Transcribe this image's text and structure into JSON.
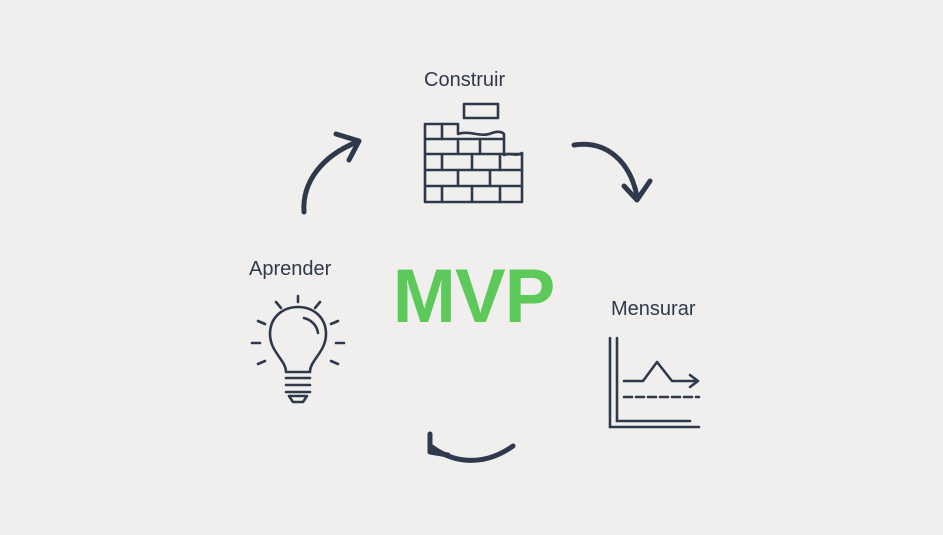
{
  "center": {
    "title": "MVP",
    "color": "#5ec95b"
  },
  "steps": [
    {
      "label": "Construir",
      "icon": "brick-wall-icon"
    },
    {
      "label": "Mensurar",
      "icon": "line-chart-icon"
    },
    {
      "label": "Aprender",
      "icon": "light-bulb-icon"
    }
  ],
  "colors": {
    "background": "#f1efee",
    "ink": "#2e3a4b"
  }
}
